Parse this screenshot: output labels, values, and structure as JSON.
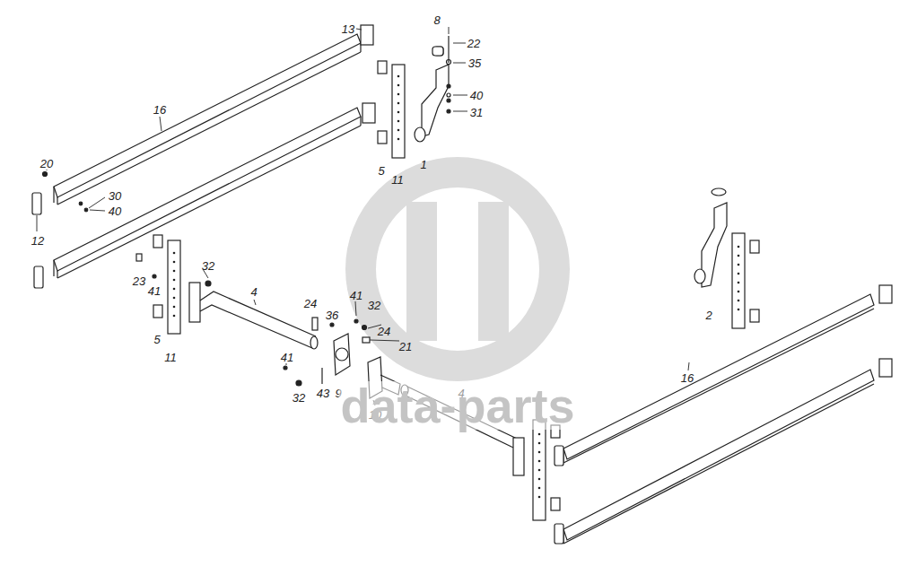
{
  "diagram": {
    "labels": [
      "13",
      "8",
      "22",
      "35",
      "40",
      "31",
      "16",
      "20",
      "30",
      "40",
      "12",
      "5",
      "11",
      "1",
      "23",
      "41",
      "32",
      "4",
      "24",
      "36",
      "41",
      "32",
      "24",
      "21",
      "5",
      "11",
      "41",
      "32",
      "43",
      "9",
      "10",
      "4",
      "2",
      "16",
      "data-parts"
    ]
  }
}
